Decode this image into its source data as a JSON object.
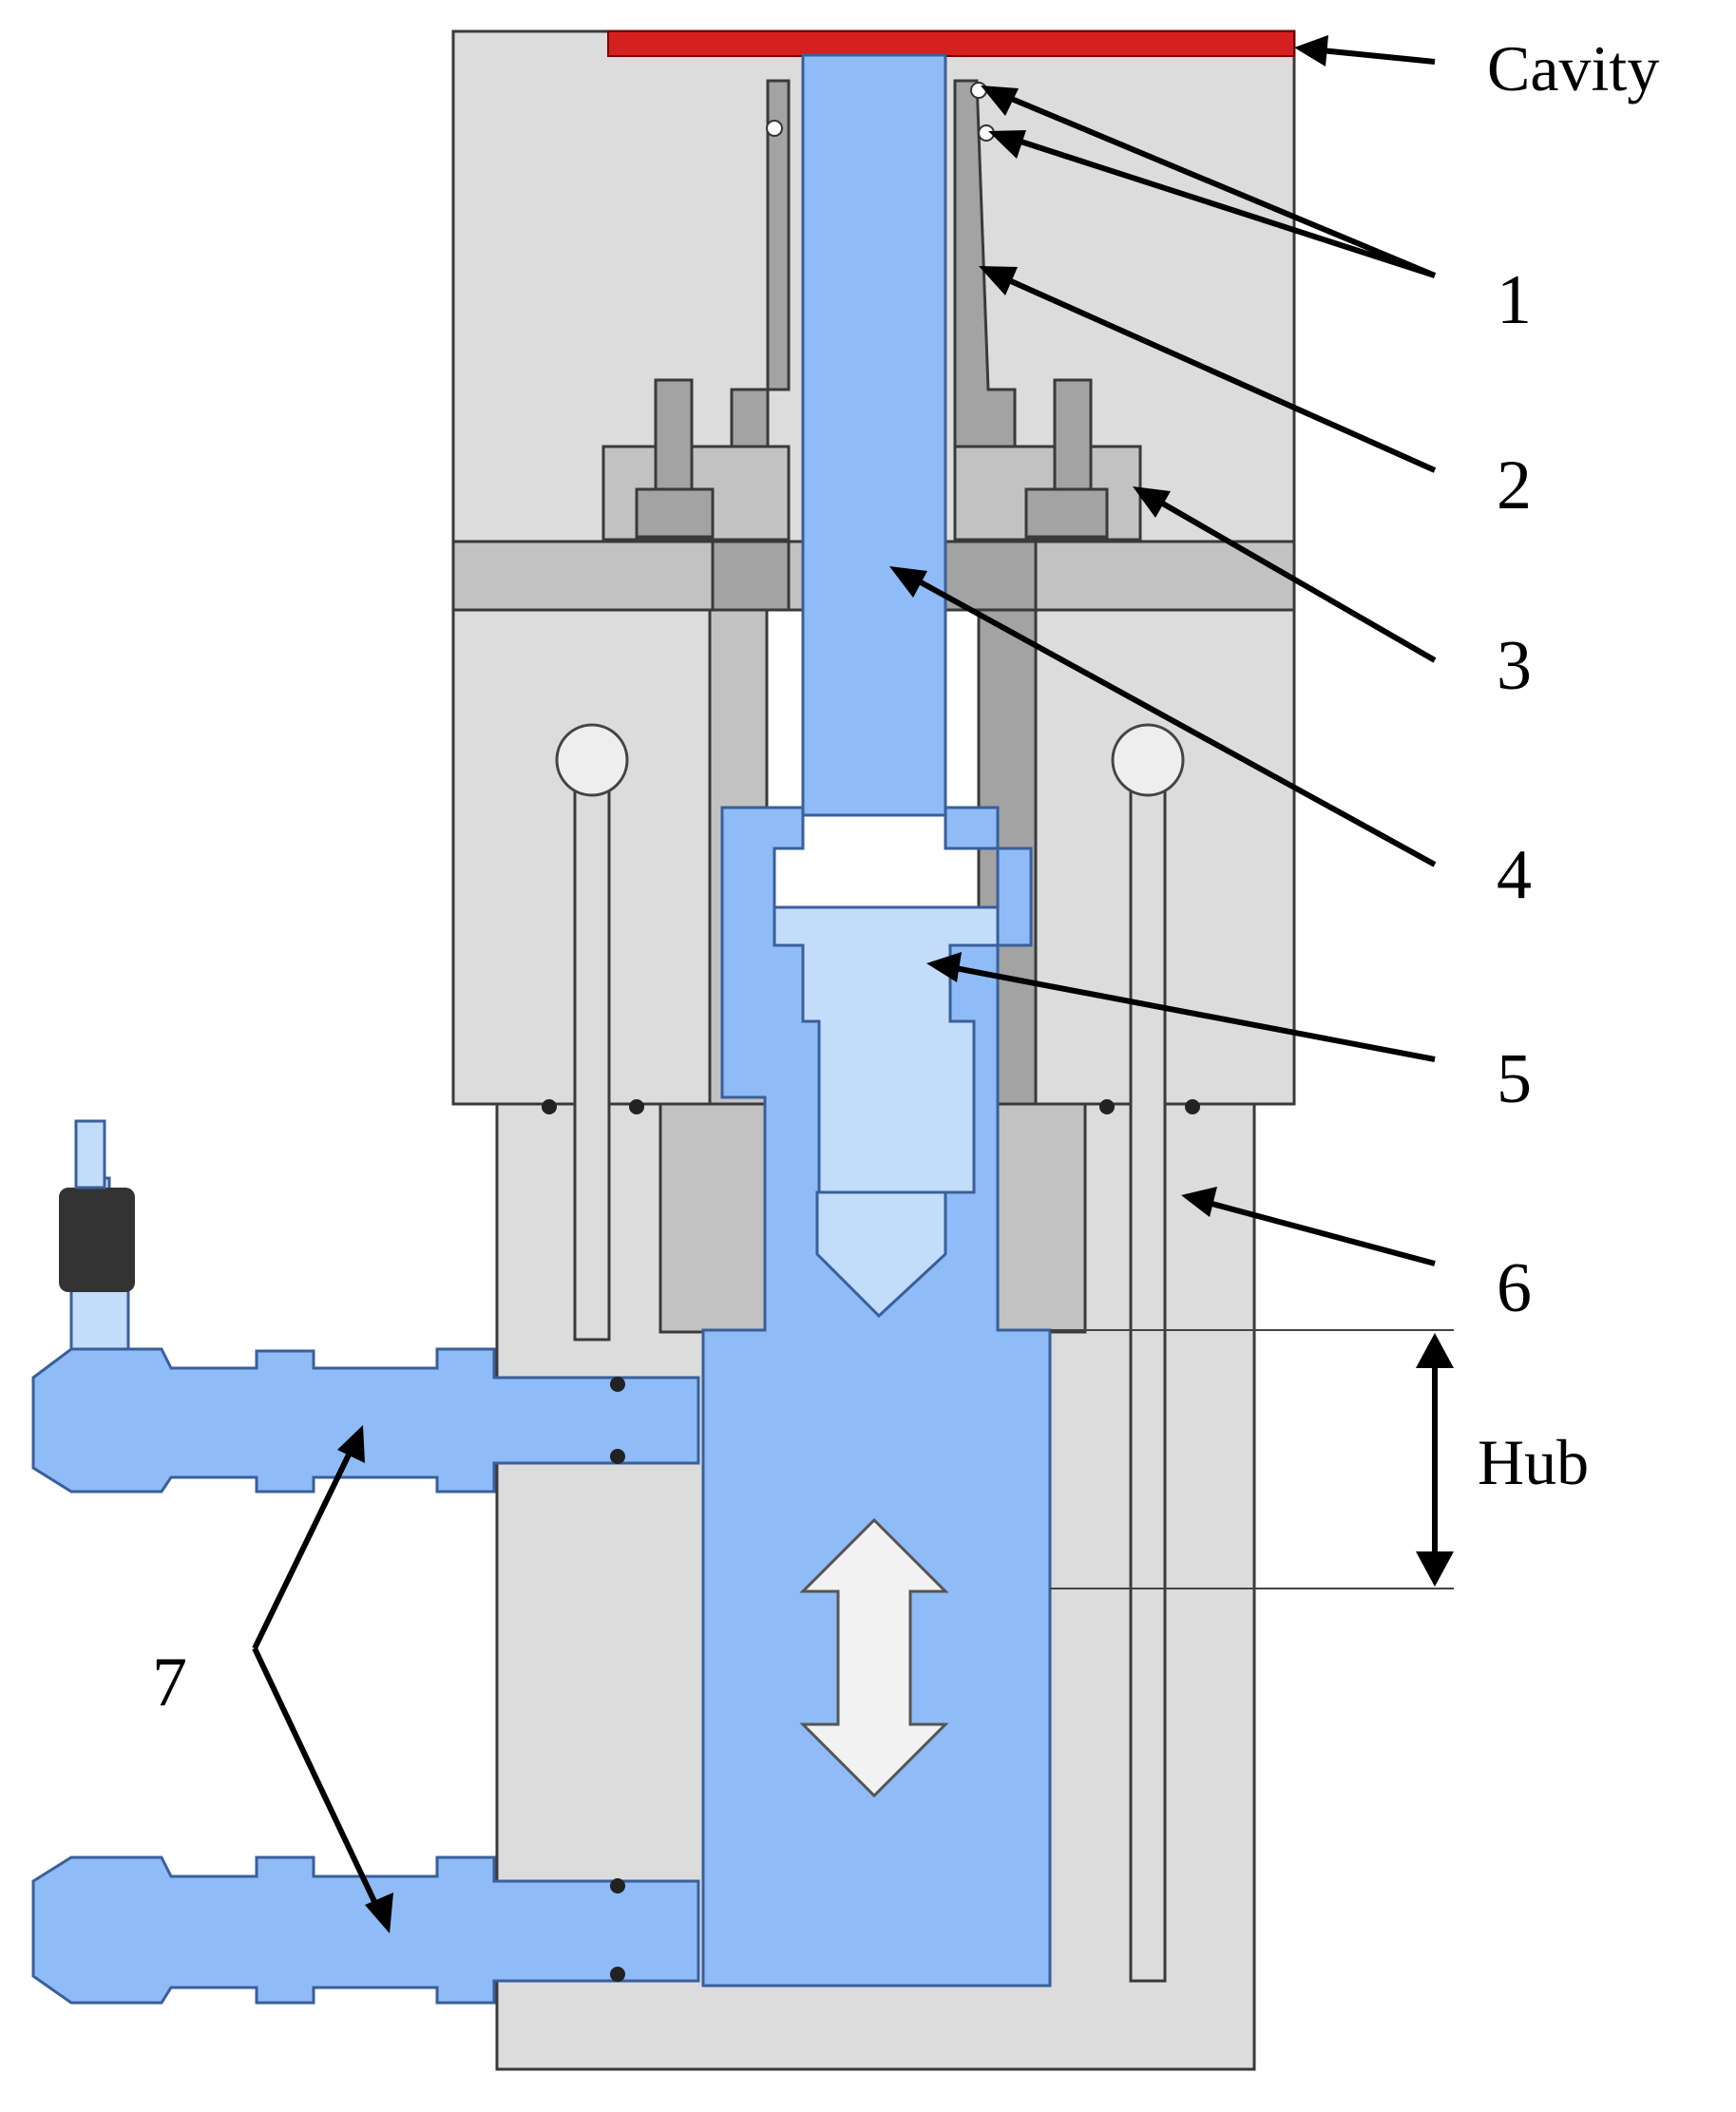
{
  "labels": {
    "cavity": "Cavity",
    "n1": "1",
    "n2": "2",
    "n3": "3",
    "n4": "4",
    "n5": "5",
    "n6": "6",
    "n7": "7",
    "hub": "Hub"
  },
  "colors": {
    "cavity_plate": "#d62020",
    "fluid_blue": "#8fbbf6",
    "steel_grey": "#dcdcdc",
    "dark_steel": "#a3a3a3",
    "motion_arrow": "#f2f2f2"
  },
  "icons": {
    "motion": "double-headed-vertical-arrow"
  }
}
